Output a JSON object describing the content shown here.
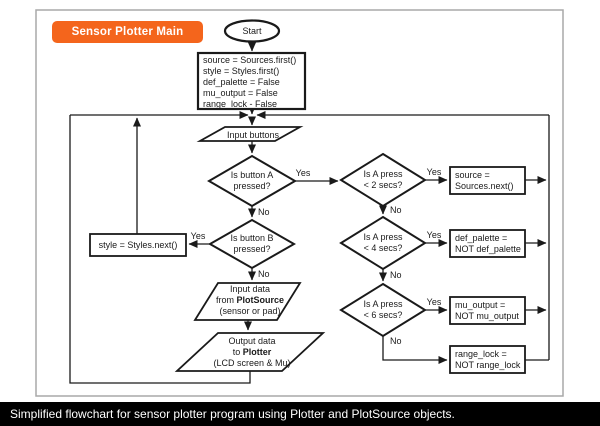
{
  "badge": {
    "label": "Sensor Plotter Main"
  },
  "caption": {
    "text": "Simplified flowchart for sensor plotter program using Plotter and PlotSource objects."
  },
  "colors": {
    "accent_orange": "#f4651c",
    "caption_bg": "#000000",
    "line_color": "#1a1a1a",
    "frame_border": "#a9a9a9"
  },
  "flowchart": {
    "start": {
      "label": "Start"
    },
    "init": {
      "lines": [
        "source = Sources.first()",
        "style = Styles.first()",
        "def_palette = False",
        "mu_output = False",
        "range_lock - False"
      ]
    },
    "input_buttons": {
      "label": "Input buttons"
    },
    "decision_button_a": {
      "line1": "Is button A",
      "line2": "pressed?"
    },
    "decision_button_b": {
      "line1": "Is button B",
      "line2": "pressed?"
    },
    "decision_press2": {
      "line1": "Is A press",
      "line2": "< 2 secs?"
    },
    "decision_press4": {
      "line1": "Is A press",
      "line2": "< 4 secs?"
    },
    "decision_press6": {
      "line1": "Is A press",
      "line2": "< 6 secs?"
    },
    "style_next": {
      "label": "style = Styles.next()"
    },
    "input_data": {
      "line1": "Input data",
      "line2_prefix": "from ",
      "line2_bold": "PlotSource",
      "line3": "(sensor or pad)"
    },
    "output_data": {
      "line1": "Output data",
      "line2_prefix": "to ",
      "line2_bold": "Plotter",
      "line3": "(LCD screen & Mu)"
    },
    "box_source": {
      "line1": "source =",
      "line2": "Sources.next()"
    },
    "box_palette": {
      "line1": "def_palette =",
      "line2": "NOT def_palette"
    },
    "box_mu": {
      "line1": "mu_output =",
      "line2": "NOT mu_output"
    },
    "box_range": {
      "line1": "range_lock =",
      "line2": "NOT range_lock"
    },
    "labels": {
      "yes": "Yes",
      "no": "No"
    }
  }
}
